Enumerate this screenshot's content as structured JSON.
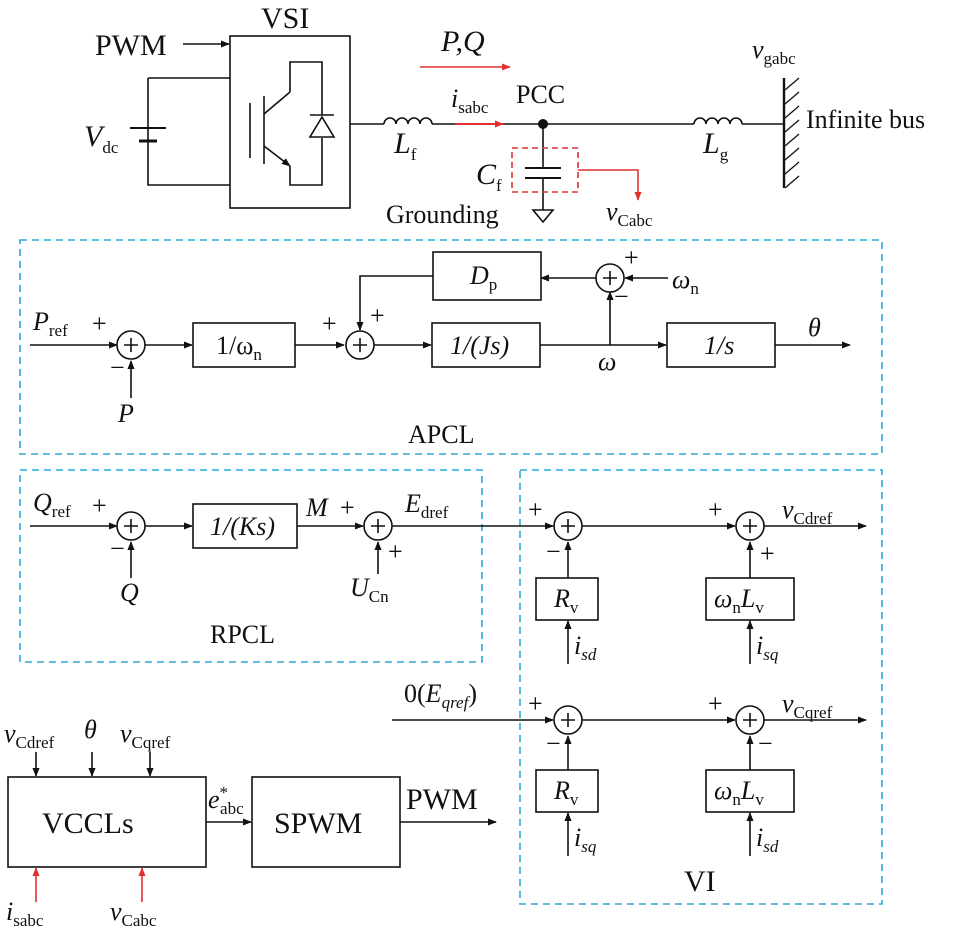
{
  "colors": {
    "line": "#111111",
    "power_arrow": "#e03030",
    "dashed_box": "#2aa9d8",
    "cap_box": "#e03030"
  },
  "top": {
    "pwm_in": "PWM",
    "vsi": "VSI",
    "vdc": {
      "main": "V",
      "sub": "dc"
    },
    "lf": {
      "main": "L",
      "sub": "f"
    },
    "isabc": {
      "main": "i",
      "sub": "sabc"
    },
    "pq": "P,Q",
    "pcc": "PCC",
    "cf": {
      "main": "C",
      "sub": "f"
    },
    "grounding": "Grounding",
    "vcabc": {
      "main": "v",
      "sub": "Cabc"
    },
    "lg": {
      "main": "L",
      "sub": "g"
    },
    "vgabc": {
      "main": "v",
      "sub": "gabc"
    },
    "infinite_bus": "Infinite bus"
  },
  "apcl": {
    "title": "APCL",
    "pref": {
      "main": "P",
      "sub": "ref"
    },
    "p_fb": "P",
    "block_inv_wn": {
      "main": "1/ω",
      "sub": "n"
    },
    "block_js": "1/(Js)",
    "block_dp": {
      "main": "D",
      "sub": "p"
    },
    "block_int": "1/s",
    "omega": "ω",
    "omega_n": {
      "main": "ω",
      "sub": "n"
    },
    "theta": "θ",
    "plus": "+",
    "minus": "−"
  },
  "rpcl": {
    "title": "RPCL",
    "qref": {
      "main": "Q",
      "sub": "ref"
    },
    "q_fb": "Q",
    "block_ks": "1/(Ks)",
    "m": "M",
    "ucn": {
      "main": "U",
      "sub": "Cn"
    },
    "edref": {
      "main": "E",
      "sub": "dref"
    }
  },
  "vi": {
    "title": "VI",
    "rv": {
      "main": "R",
      "sub": "v"
    },
    "wnlv": {
      "main": "ω",
      "sub": "n",
      "main2": "L",
      "sub2": "v"
    },
    "isd": {
      "main": "i",
      "sub": "sd"
    },
    "isq": {
      "main": "i",
      "sub": "sq"
    },
    "vcdref": {
      "main": "v",
      "sub": "Cdref"
    },
    "vcqref": {
      "main": "v",
      "sub": "Cqref"
    },
    "eqref": {
      "prefix": "0(",
      "main": "E",
      "sub": "qref",
      "suffix": ")"
    }
  },
  "bottom": {
    "vccls": "VCCLs",
    "spwm": "SPWM",
    "pwm_out": "PWM",
    "eabc": {
      "main": "e",
      "sup": "*",
      "sub": "abc"
    },
    "in_vcdref": {
      "main": "v",
      "sub": "Cdref"
    },
    "in_theta": "θ",
    "in_vcqref": {
      "main": "v",
      "sub": "Cqref"
    },
    "in_isabc": {
      "main": "i",
      "sub": "sabc"
    },
    "in_vcabc": {
      "main": "v",
      "sub": "Cabc"
    }
  }
}
